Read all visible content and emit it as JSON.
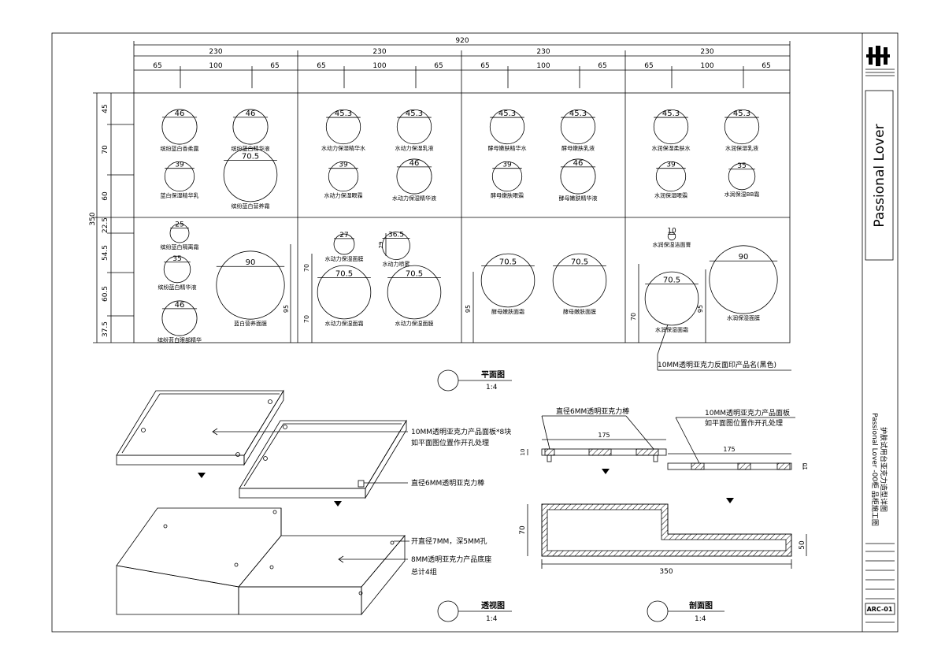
{
  "dims": {
    "overall_width": "920",
    "panel_width": "230",
    "sub_widths": [
      "65",
      "100",
      "65"
    ],
    "overall_height": "350",
    "left_upper": [
      "45",
      "70",
      "60"
    ],
    "left_lower": [
      "22.5",
      "54.5",
      "60.5",
      "37.5"
    ],
    "panel_heights": {
      "p6_a": "70",
      "p6_b": "70",
      "p5": "95",
      "p7": "95",
      "p8_a": "70",
      "p8_b": "95"
    }
  },
  "upper_panels": [
    {
      "circles": [
        {
          "d": "46",
          "label": "缤纷蓝白香柔露"
        },
        {
          "d": "46",
          "label": "缤纷蓝白精华液"
        },
        {
          "d": "39",
          "label": "蓝白保湿精华乳"
        },
        {
          "d": "70.5",
          "label": "缤纷蓝白营养霜"
        }
      ]
    },
    {
      "circles": [
        {
          "d": "45.3",
          "label": "水动力保湿精华水"
        },
        {
          "d": "45.3",
          "label": "水动力保湿乳液"
        },
        {
          "d": "39",
          "label": "水动力保湿眼霜"
        },
        {
          "d": "46",
          "label": "水动力保湿精华液"
        }
      ]
    },
    {
      "circles": [
        {
          "d": "45.3",
          "label": "酵母嫩肤精华水"
        },
        {
          "d": "45.3",
          "label": "酵母嫩肤乳液"
        },
        {
          "d": "39",
          "label": "酵母嫩肤眼霜"
        },
        {
          "d": "46",
          "label": "酵母嫩肤精华液"
        }
      ]
    },
    {
      "circles": [
        {
          "d": "45.3",
          "label": "水润保湿柔肤水"
        },
        {
          "d": "45.3",
          "label": "水润保湿乳液"
        },
        {
          "d": "39",
          "label": "水润保湿眼霜"
        },
        {
          "d": "35",
          "label": "水润保湿BB霜"
        }
      ]
    }
  ],
  "lower_panels": {
    "p5": {
      "items": [
        {
          "d": "25",
          "label": "缤纷蓝白隔离霜"
        },
        {
          "d": "35",
          "label": "缤纷蓝白精华液"
        },
        {
          "d": "46",
          "label": "缤纷蓝白眼部精华"
        },
        {
          "d": "90",
          "label": "蓝白营养面膜"
        }
      ]
    },
    "p6": {
      "items": [
        {
          "d": "27",
          "label": "水动力保湿面膜"
        },
        {
          "d": "36.5",
          "label": "水动力喷雾"
        },
        {
          "d": "70.5",
          "label": "水动力保湿面霜"
        },
        {
          "d": "70.5",
          "label": "水动力保湿面膜"
        }
      ],
      "small_h": "29"
    },
    "p7": {
      "items": [
        {
          "d": "70.5",
          "label": "酵母嫩肤面霜"
        },
        {
          "d": "70.5",
          "label": "酵母嫩肤面膜"
        }
      ]
    },
    "p8": {
      "items": [
        {
          "d": "10",
          "label": "水润保湿洁面膏"
        },
        {
          "d": "70.5",
          "label": "水润保湿面霜"
        },
        {
          "d": "90",
          "label": "水润保湿面膜"
        }
      ]
    }
  },
  "annotations": {
    "back_print": "10MM透明亚克力反面印产品名(黑色)",
    "panel_note_1": "10MM透明亚克力产品面板*8块",
    "panel_note_2": "如平面图位置作开孔处理",
    "rod_note": "直径6MM透明亚克力棒",
    "hole_note": "开直径7MM，深5MM孔",
    "base_note_1": "8MM透明亚克力产品底座",
    "base_note_2": "总计4组",
    "sec_rod": "直径6MM透明亚克力棒",
    "sec_panel_1": "10MM透明亚克力产品面板",
    "sec_panel_2": "如平面图位置作开孔处理",
    "sec_175a": "175",
    "sec_175b": "175",
    "sec_10a": "10",
    "sec_10b": "10",
    "sec_70": "70",
    "sec_50": "50",
    "sec_350": "350"
  },
  "views": {
    "plan_title": "平面图",
    "plan_scale": "1:4",
    "persp_title": "透视图",
    "persp_scale": "1:4",
    "section_title": "剖面图",
    "section_scale": "1:4"
  },
  "title_block": {
    "brand": "Passional Lover",
    "project": "Passional Lover -00柜 品柜施工图",
    "subtitle": "护肤试用台亚克力造型详图",
    "sheet": "ARC-01"
  }
}
